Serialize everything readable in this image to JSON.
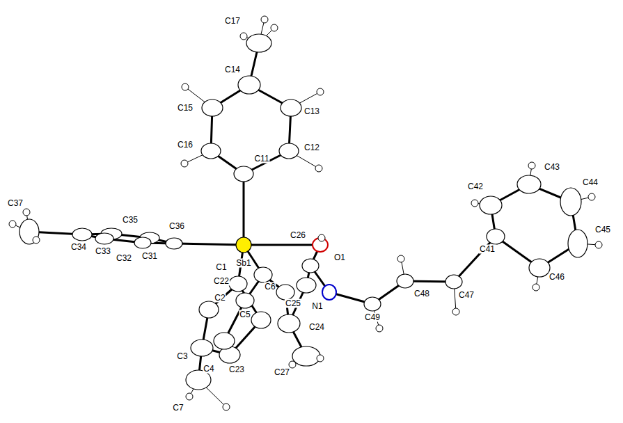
{
  "diagram": {
    "labels": [
      "C17",
      "C14",
      "C15",
      "C13",
      "C16",
      "C12",
      "C11",
      "C43",
      "C42",
      "C44",
      "C37",
      "C35",
      "C36",
      "C26",
      "C34",
      "C33",
      "C32",
      "C31",
      "Sb1",
      "O1",
      "C1",
      "C22",
      "C6",
      "C25",
      "C48",
      "C41",
      "C45",
      "C47",
      "N1",
      "C49",
      "C2",
      "C5",
      "C24",
      "C46",
      "C3",
      "C23",
      "C4",
      "C27",
      "C7"
    ]
  }
}
